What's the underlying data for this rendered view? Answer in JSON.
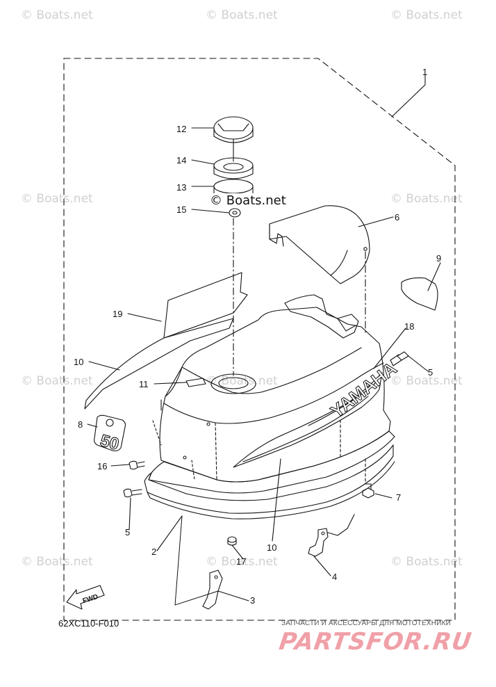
{
  "watermarks": [
    {
      "text": "© Boats.net"
    },
    {
      "text": "© Boats.net"
    },
    {
      "text": "© Boats.net"
    },
    {
      "text": "© Boats.net"
    },
    {
      "text": "© Boats.net"
    },
    {
      "text": "© Boats.net"
    },
    {
      "text": "© Boats.net"
    },
    {
      "text": "© Boats.net"
    },
    {
      "text": "© Boats.net"
    },
    {
      "text": "© Boats.net"
    },
    {
      "text": "© Boats.net"
    }
  ],
  "center_watermark": "© Boats.net",
  "part_numbers": [
    "1",
    "2",
    "3",
    "4",
    "5",
    "5",
    "6",
    "7",
    "8",
    "9",
    "10",
    "10",
    "11",
    "12",
    "13",
    "14",
    "15",
    "16",
    "17",
    "18",
    "19"
  ],
  "brand_on_cover": "YAMAHA",
  "decal_model": "50",
  "fwd_arrow": "FWD",
  "diagram_code": "62XC110-F010",
  "shop_tagline": "ЗАПЧАСТИ И АКСЕССУАРЫ ДЛЯ МОТОТЕХНИКИ",
  "shop_logo": "PARTSFOR.RU"
}
